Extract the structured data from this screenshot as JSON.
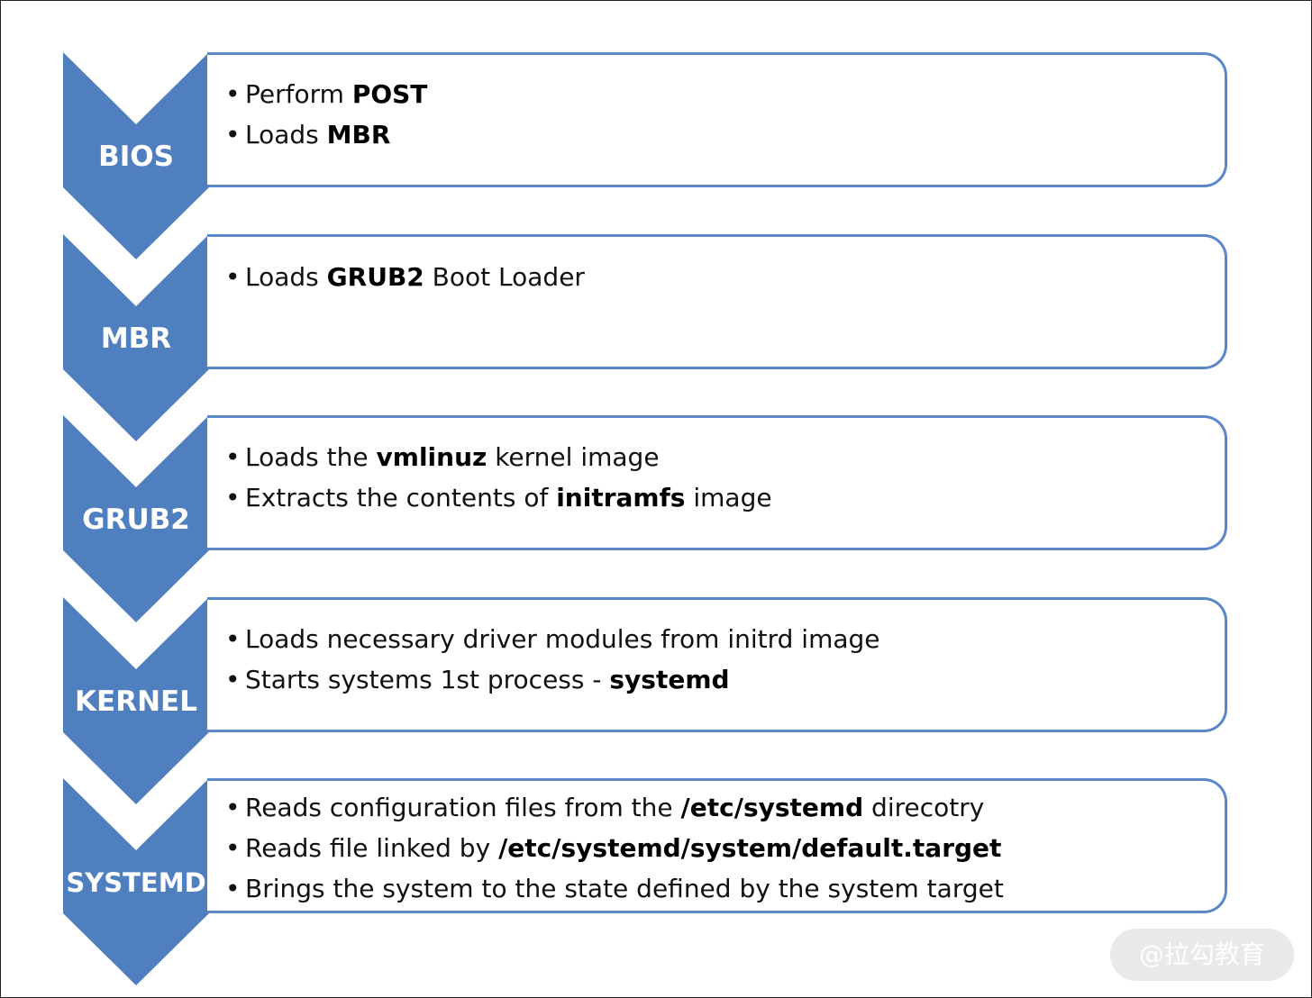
{
  "stages": [
    {
      "name": "BIOS",
      "items": [
        [
          {
            "text": "Perform ",
            "bold": false
          },
          {
            "text": "POST",
            "bold": true
          }
        ],
        [
          {
            "text": "Loads ",
            "bold": false
          },
          {
            "text": "MBR",
            "bold": true
          }
        ]
      ]
    },
    {
      "name": "MBR",
      "items": [
        [
          {
            "text": "Loads ",
            "bold": false
          },
          {
            "text": "GRUB2",
            "bold": true
          },
          {
            "text": " Boot Loader",
            "bold": false
          }
        ]
      ]
    },
    {
      "name": "GRUB2",
      "items": [
        [
          {
            "text": "Loads the ",
            "bold": false
          },
          {
            "text": "vmlinuz",
            "bold": true
          },
          {
            "text": " kernel image",
            "bold": false
          }
        ],
        [
          {
            "text": "Extracts the contents of ",
            "bold": false
          },
          {
            "text": "initramfs",
            "bold": true
          },
          {
            "text": " image",
            "bold": false
          }
        ]
      ]
    },
    {
      "name": "KERNEL",
      "items": [
        [
          {
            "text": "Loads necessary driver modules from initrd image",
            "bold": false
          }
        ],
        [
          {
            "text": "Starts systems 1st process - ",
            "bold": false
          },
          {
            "text": "systemd",
            "bold": true
          }
        ]
      ]
    },
    {
      "name": "SYSTEMD",
      "items": [
        [
          {
            "text": "Reads configuration files from the ",
            "bold": false
          },
          {
            "text": "/etc/systemd",
            "bold": true
          },
          {
            "text": " direcotry",
            "bold": false
          }
        ],
        [
          {
            "text": "Reads file linked by ",
            "bold": false
          },
          {
            "text": "/etc/systemd/system/default.target",
            "bold": true
          }
        ],
        [
          {
            "text": "Brings the system to the state defined by the system target",
            "bold": false
          }
        ]
      ]
    }
  ],
  "bullet_char": "•",
  "colors": {
    "chevron_fill": "#4f7fbf",
    "card_border": "#5a87c6",
    "label_text": "#ffffff"
  },
  "watermark": {
    "text": "@拉勾教育"
  }
}
